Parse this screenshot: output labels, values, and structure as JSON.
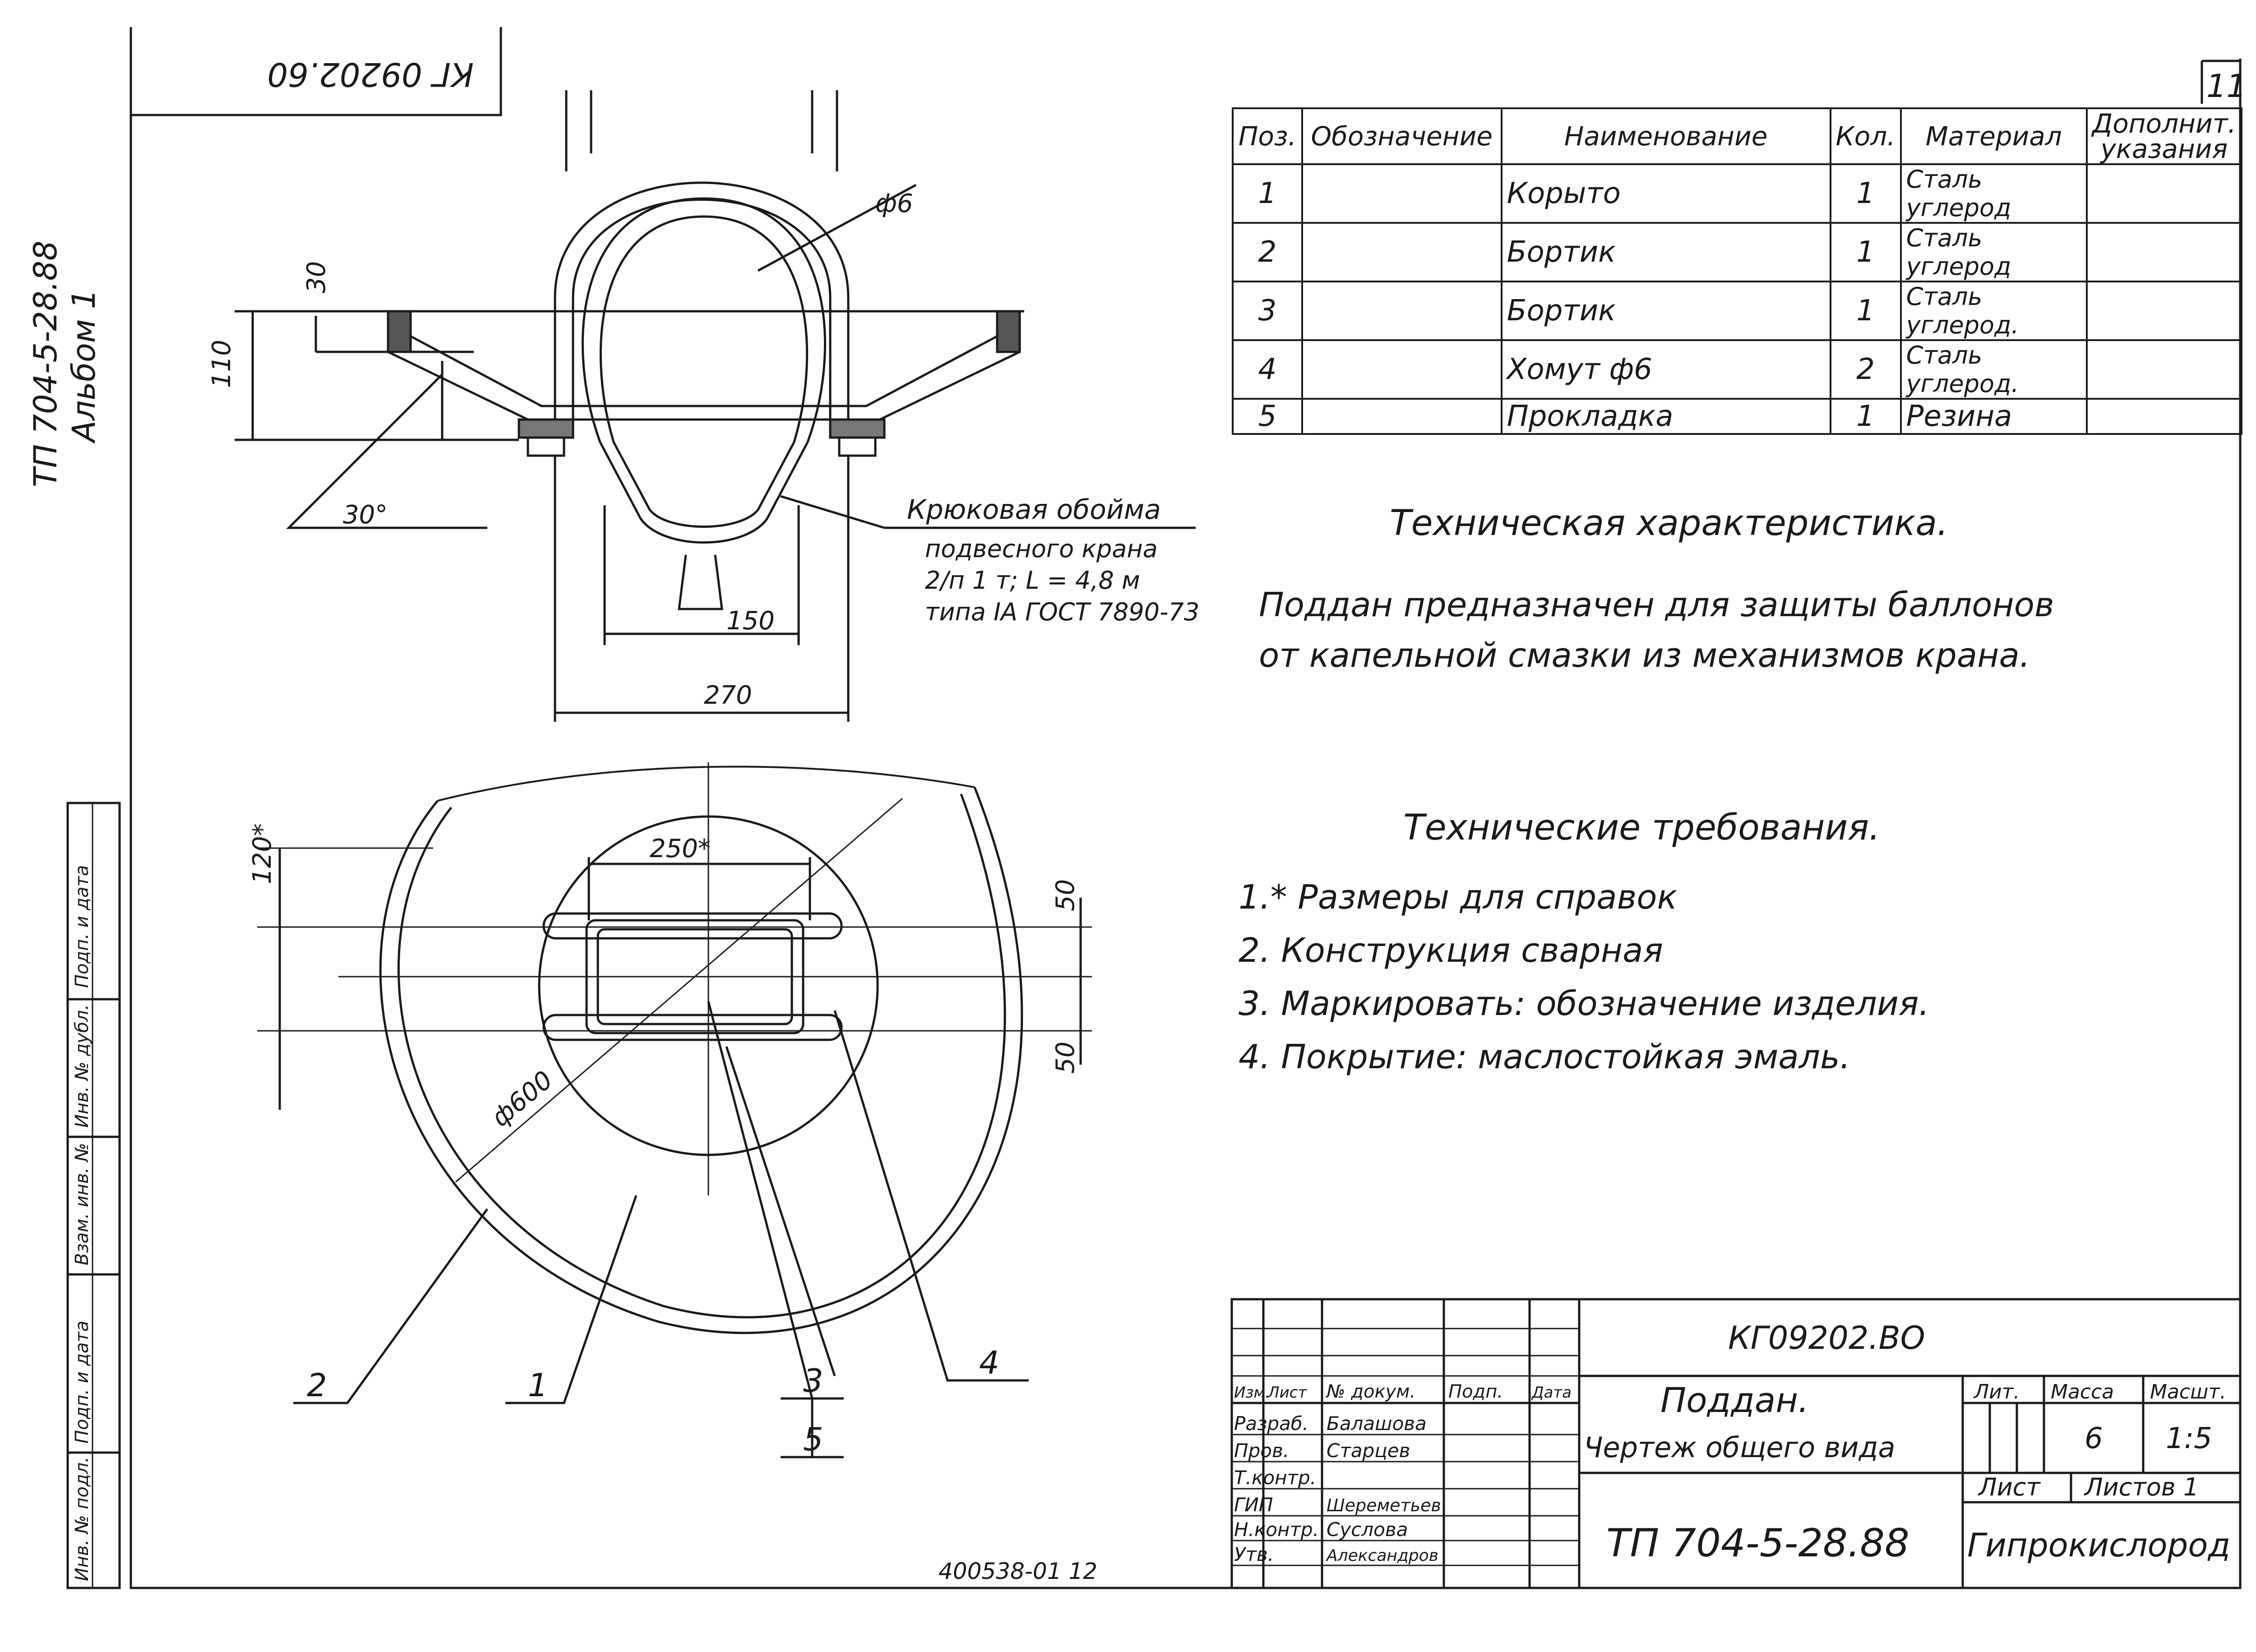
{
  "rotated_stamp": "КГ 09202.60",
  "album_label": {
    "line1": "ТП 704-5-28.88",
    "line2": "Альбом 1"
  },
  "sheet_number": "11",
  "side_stamp_labels": [
    "Подп. и дата",
    "Инв. № дубл.",
    "Взам. инв. №",
    "Подп. и дата",
    "Инв. № подл."
  ],
  "bom": {
    "headers": [
      "Поз.",
      "Обозначение",
      "Наименование",
      "Кол.",
      "Материал",
      "Дополнит. указания"
    ],
    "rows": [
      {
        "pos": "1",
        "designation": "",
        "name": "Корыто",
        "qty": "1",
        "material": "Сталь углерод",
        "notes": ""
      },
      {
        "pos": "2",
        "designation": "",
        "name": "Бортик",
        "qty": "1",
        "material": "Сталь углерод",
        "notes": ""
      },
      {
        "pos": "3",
        "designation": "",
        "name": "Бортик",
        "qty": "1",
        "material": "Сталь углерод.",
        "notes": ""
      },
      {
        "pos": "4",
        "designation": "",
        "name": "Хомут ф6",
        "qty": "2",
        "material": "Сталь углерод.",
        "notes": ""
      },
      {
        "pos": "5",
        "designation": "",
        "name": "Прокладка",
        "qty": "1",
        "material": "Резина",
        "notes": ""
      }
    ]
  },
  "tech_characteristics": {
    "title": "Техническая характеристика.",
    "text_line1": "Поддан предназначен для защиты баллонов",
    "text_line2": "от капельной смазки из механизмов крана."
  },
  "tech_requirements": {
    "title": "Технические требования.",
    "items": [
      "1.* Размеры для справок",
      "2. Конструкция сварная",
      "3. Маркировать: обозначение изделия.",
      "4. Покрытие: маслостойкая эмаль."
    ]
  },
  "drawing": {
    "dims_top": {
      "d30": "30",
      "d110": "110",
      "angle": "30°",
      "d150": "150",
      "d270": "270",
      "phi6": "ф6"
    },
    "callout": {
      "line1": "Крюковая обойма",
      "line2": "подвесного крана",
      "line3": "2/п 1 т; L = 4,8 м",
      "line4": "типа IA ГОСТ 7890-73"
    },
    "dims_plan": {
      "d250": "250*",
      "d120": "120*",
      "d50a": "50",
      "d50b": "50",
      "phi600": "ф600"
    },
    "leaders": [
      "2",
      "1",
      "3",
      "5",
      "4"
    ]
  },
  "title_block": {
    "code": "КГ09202.ВО",
    "title_line1": "Поддан.",
    "title_line2": "Чертеж общего вида",
    "project": "ТП 704-5-28.88",
    "org": "Гипрокислород",
    "lit_header": "Лит.",
    "mass_header": "Масса",
    "scale_header": "Масшт.",
    "mass": "6",
    "scale": "1:5",
    "sheet_label": "Лист",
    "sheets_label": "Листов 1",
    "col_headers": [
      "Изм.",
      "Лист",
      "№ докум.",
      "Подп.",
      "Дата"
    ],
    "roles": [
      {
        "role": "Разраб.",
        "name": "Балашова"
      },
      {
        "role": "Пров.",
        "name": "Старцев"
      },
      {
        "role": "Т.контр.",
        "name": ""
      },
      {
        "role": "ГИП",
        "name": "Шереметьев"
      },
      {
        "role": "Н.контр.",
        "name": "Суслова"
      },
      {
        "role": "Утв.",
        "name": "Александров"
      }
    ]
  },
  "footer_note": "400538-01 12"
}
